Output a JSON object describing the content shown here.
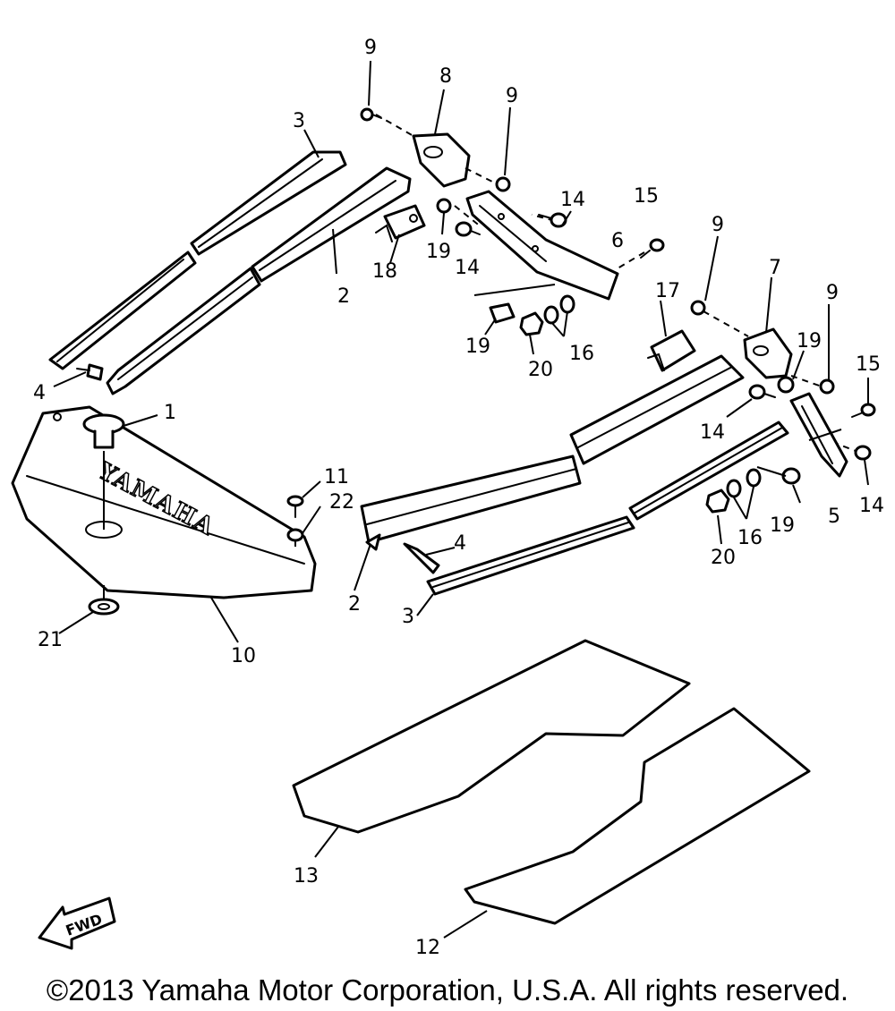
{
  "diagram": {
    "logo_text": "YAMAHA",
    "fwd_label": "FWD",
    "callouts": {
      "c1": "1",
      "c2a": "2",
      "c2b": "2",
      "c3a": "3",
      "c3b": "3",
      "c4a": "4",
      "c4b": "4",
      "c5": "5",
      "c6": "6",
      "c7": "7",
      "c8": "8",
      "c9a": "9",
      "c9b": "9",
      "c9c": "9",
      "c9d": "9",
      "c10": "10",
      "c11": "11",
      "c12": "12",
      "c13": "13",
      "c14a": "14",
      "c14b": "14",
      "c14c": "14",
      "c14d": "14",
      "c15a": "15",
      "c15b": "15",
      "c16a": "16",
      "c16b": "16",
      "c17": "17",
      "c18": "18",
      "c19a": "19",
      "c19b": "19",
      "c19c": "19",
      "c19d": "19",
      "c20a": "20",
      "c20b": "20",
      "c21": "21",
      "c22": "22"
    }
  },
  "copyright": "©2013 Yamaha Motor Corporation, U.S.A. All rights reserved."
}
